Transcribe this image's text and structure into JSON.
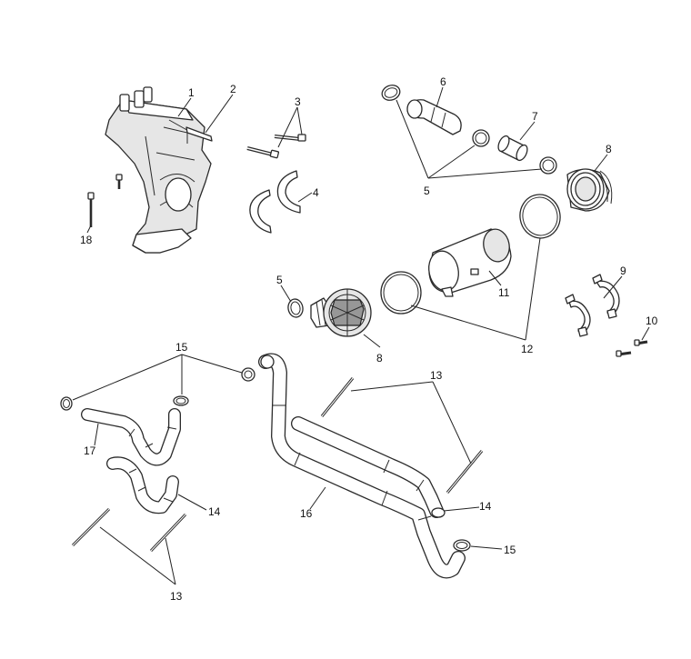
{
  "callouts": {
    "c1": "1",
    "c2": "2",
    "c3": "3",
    "c4": "4",
    "c5a": "5",
    "c5b": "5",
    "c6": "6",
    "c7": "7",
    "c8a": "8",
    "c8b": "8",
    "c9": "9",
    "c10": "10",
    "c11": "11",
    "c12": "12",
    "c13a": "13",
    "c13b": "13",
    "c14a": "14",
    "c14b": "14",
    "c15a": "15",
    "c15b": "15",
    "c16": "16",
    "c17": "17",
    "c18": "18"
  }
}
